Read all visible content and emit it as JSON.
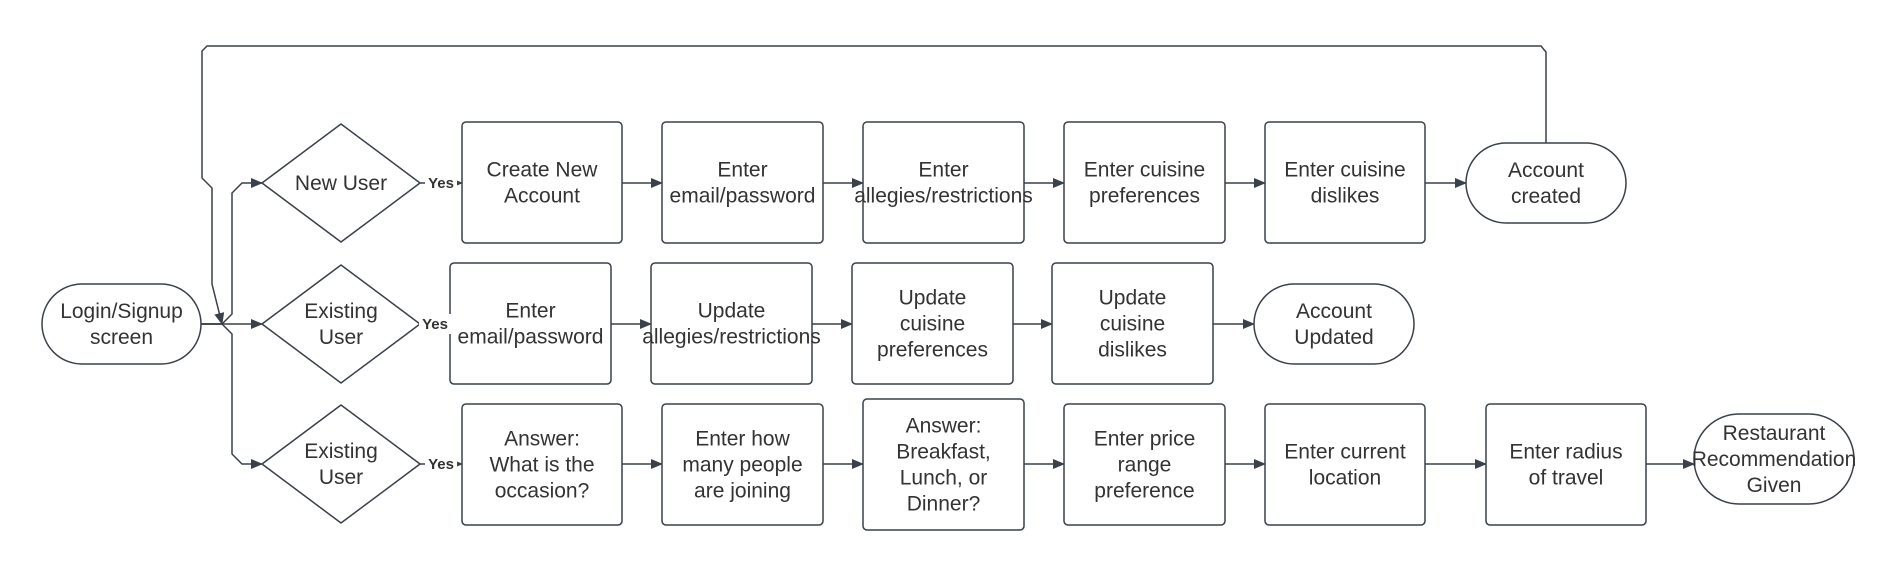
{
  "colors": {
    "stroke": "#3a414a",
    "text": "#333333",
    "background": "#ffffff"
  },
  "nodes": {
    "login": {
      "kind": "terminal",
      "lines": [
        "Login/Signup",
        "screen"
      ]
    },
    "d_new": {
      "kind": "decision",
      "lines": [
        "New User"
      ]
    },
    "d_existing1": {
      "kind": "decision",
      "lines": [
        "Existing",
        "User"
      ]
    },
    "d_existing2": {
      "kind": "decision",
      "lines": [
        "Existing",
        "User"
      ]
    },
    "create_account": {
      "kind": "process",
      "lines": [
        "Create New",
        "Account"
      ]
    },
    "enter_email_new": {
      "kind": "process",
      "lines": [
        "Enter",
        "email/password"
      ]
    },
    "enter_allergies": {
      "kind": "process",
      "lines": [
        "Enter",
        "allegies/restrictions"
      ]
    },
    "enter_cuisine_prefs": {
      "kind": "process",
      "lines": [
        "Enter cuisine",
        "preferences"
      ]
    },
    "enter_cuisine_dislikes": {
      "kind": "process",
      "lines": [
        "Enter cuisine",
        "dislikes"
      ]
    },
    "account_created": {
      "kind": "terminal",
      "lines": [
        "Account",
        "created"
      ]
    },
    "enter_email_existing": {
      "kind": "process",
      "lines": [
        "Enter",
        "email/password"
      ]
    },
    "update_allergies": {
      "kind": "process",
      "lines": [
        "Update",
        "allegies/restrictions"
      ]
    },
    "update_cuisine_prefs": {
      "kind": "process",
      "lines": [
        "Update",
        "cuisine",
        "preferences"
      ]
    },
    "update_cuisine_dislikes": {
      "kind": "process",
      "lines": [
        "Update",
        "cuisine",
        "dislikes"
      ]
    },
    "account_updated": {
      "kind": "terminal",
      "lines": [
        "Account",
        "Updated"
      ]
    },
    "answer_occasion": {
      "kind": "process",
      "lines": [
        "Answer:",
        "What is the",
        "occasion?"
      ]
    },
    "enter_people": {
      "kind": "process",
      "lines": [
        "Enter how",
        "many people",
        "are joining"
      ]
    },
    "answer_meal": {
      "kind": "process",
      "lines": [
        "Answer:",
        "Breakfast,",
        "Lunch, or",
        "Dinner?"
      ]
    },
    "enter_price": {
      "kind": "process",
      "lines": [
        "Enter price",
        "range",
        "preference"
      ]
    },
    "enter_location": {
      "kind": "process",
      "lines": [
        "Enter current",
        "location"
      ]
    },
    "enter_radius": {
      "kind": "process",
      "lines": [
        "Enter radius",
        "of travel"
      ]
    },
    "recommendation": {
      "kind": "terminal",
      "lines": [
        "Restaurant",
        "Recommendation",
        "Given"
      ]
    }
  },
  "edges": [
    {
      "from": "login",
      "to": "d_new"
    },
    {
      "from": "login",
      "to": "d_existing1"
    },
    {
      "from": "login",
      "to": "d_existing2"
    },
    {
      "from": "d_new",
      "to": "create_account",
      "label": "Yes"
    },
    {
      "from": "create_account",
      "to": "enter_email_new"
    },
    {
      "from": "enter_email_new",
      "to": "enter_allergies"
    },
    {
      "from": "enter_allergies",
      "to": "enter_cuisine_prefs"
    },
    {
      "from": "enter_cuisine_prefs",
      "to": "enter_cuisine_dislikes"
    },
    {
      "from": "enter_cuisine_dislikes",
      "to": "account_created"
    },
    {
      "from": "account_created",
      "to": "login"
    },
    {
      "from": "d_existing1",
      "to": "enter_email_existing",
      "label": "Yes"
    },
    {
      "from": "enter_email_existing",
      "to": "update_allergies"
    },
    {
      "from": "update_allergies",
      "to": "update_cuisine_prefs"
    },
    {
      "from": "update_cuisine_prefs",
      "to": "update_cuisine_dislikes"
    },
    {
      "from": "update_cuisine_dislikes",
      "to": "account_updated"
    },
    {
      "from": "d_existing2",
      "to": "answer_occasion",
      "label": "Yes"
    },
    {
      "from": "answer_occasion",
      "to": "enter_people"
    },
    {
      "from": "enter_people",
      "to": "answer_meal"
    },
    {
      "from": "answer_meal",
      "to": "enter_price"
    },
    {
      "from": "enter_price",
      "to": "enter_location"
    },
    {
      "from": "enter_location",
      "to": "enter_radius"
    },
    {
      "from": "enter_radius",
      "to": "recommendation"
    }
  ]
}
